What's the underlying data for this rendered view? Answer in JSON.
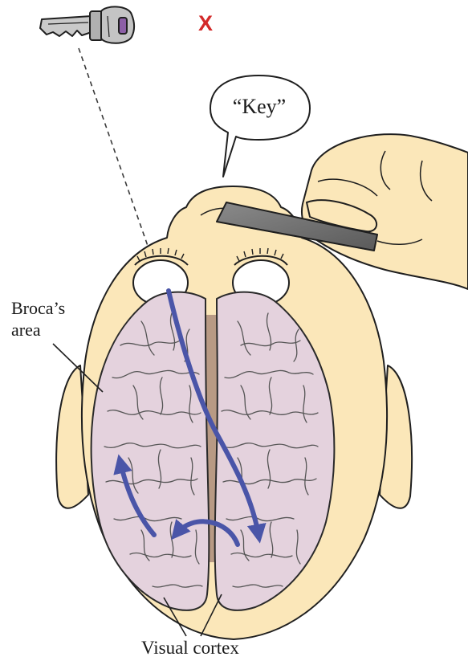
{
  "colors": {
    "skin": "#fbe7b9",
    "brain": "#e4d2dd",
    "arrow": "#4a55a8",
    "x_mark": "#d32a2a",
    "stroke": "#1f1f1f"
  },
  "icons": {
    "key": "key-icon",
    "x": "x-mark"
  },
  "labels": {
    "x_mark": "X",
    "speech": "“Key”",
    "broca_line1": "Broca’s",
    "broca_line2": "area",
    "visual_cortex": "Visual cortex"
  }
}
